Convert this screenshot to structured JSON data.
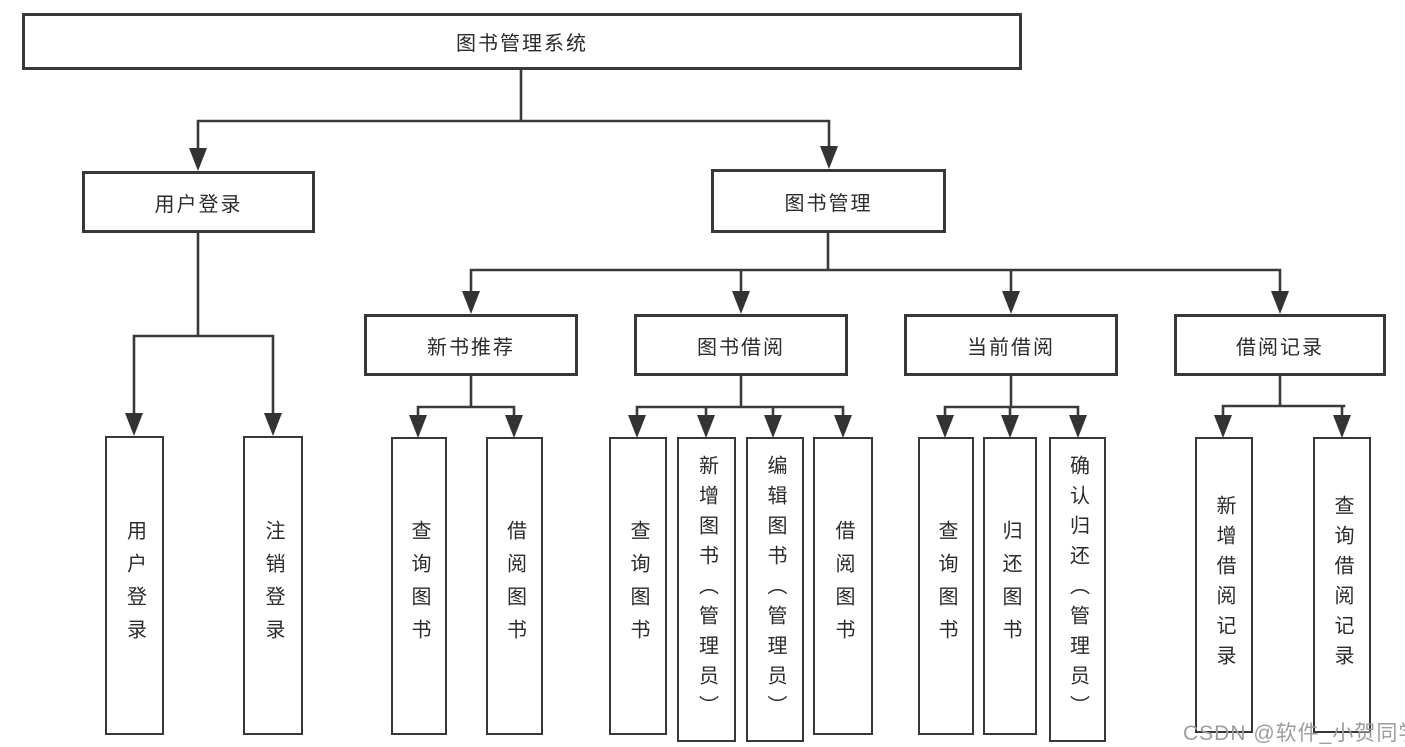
{
  "diagram": {
    "root": "图书管理系统",
    "level2": {
      "user_login": "用户登录",
      "book_mgmt": "图书管理"
    },
    "level3": {
      "new_book_rec": "新书推荐",
      "book_borrow": "图书借阅",
      "current_borrow": "当前借阅",
      "borrow_records": "借阅记录"
    },
    "leaves": {
      "user_login": "用户登录",
      "logout": "注销登录",
      "rec_query_book": "查询图书",
      "rec_borrow_book": "借阅图书",
      "bor_query_book": "查询图书",
      "bor_add_book": "新增图书（管理员）",
      "bor_edit_book": "编辑图书（管理员）",
      "bor_borrow_book": "借阅图书",
      "cur_query_book": "查询图书",
      "cur_return_book": "归还图书",
      "cur_confirm_return": "确认归还（管理员）",
      "rcd_add_record": "新增借阅记录",
      "rcd_query_record": "查询借阅记录"
    }
  },
  "watermark": "CSDN @软件_小贺同学",
  "colors": {
    "background": "#ffffff",
    "line": "#3a3a3a",
    "arrow": "#333333",
    "box_border": "#383838",
    "text": "#2b2b2e",
    "watermark": "#9d9da1"
  }
}
